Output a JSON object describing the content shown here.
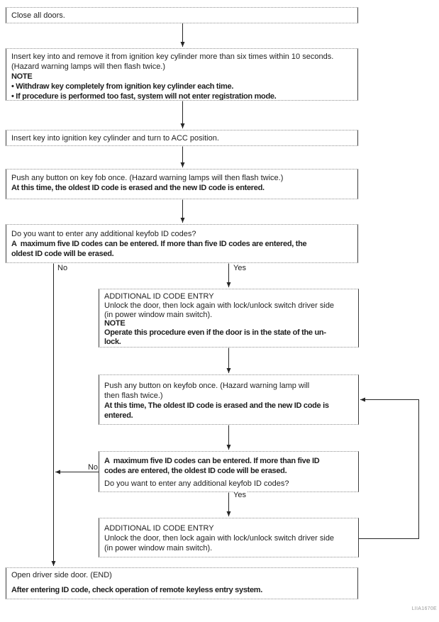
{
  "figure_code": "LIIA1670E",
  "colors": {
    "background": "#ffffff",
    "box_border": "#3f3f3f",
    "connector": "#262626",
    "text": "#1f1f1f",
    "figure_code_text": "#9b9b9b"
  },
  "labels": {
    "no_main": "No",
    "yes_main": "Yes",
    "no_loop": "No",
    "yes_loop": "Yes"
  },
  "boxes": {
    "b1": {
      "l1": "Close all doors."
    },
    "b2": {
      "l1": "Insert key into and remove it from ignition key cylinder more than six times within 10 seconds.",
      "l2": "(Hazard warning lamps will then flash twice.)",
      "l3": "NOTE",
      "l4": "• Withdraw key completely from ignition key cylinder each time.",
      "l5": "• If procedure is performed too fast, system will not enter registration mode."
    },
    "b3": {
      "l1": "Insert key into ignition key cylinder and turn to ACC position."
    },
    "b4": {
      "l1": "Push any button on key fob once. (Hazard warning lamps will then flash twice.)",
      "l2": "At this time, the oldest ID code is erased and the new ID code is entered."
    },
    "b5": {
      "l1": "Do you want to enter any additional keyfob ID codes?",
      "l2": "A  maximum five ID codes can be entered. If more than five ID codes are entered, the",
      "l3": "oldest ID code will be erased."
    },
    "b6": {
      "l1": "ADDITIONAL ID CODE ENTRY",
      "l2": "Unlock the door, then lock again with lock/unlock switch driver side",
      "l3": "(in power window main switch).",
      "l4": "NOTE",
      "l5": "Operate this procedure even if the door is in the state of the un-",
      "l6": "lock."
    },
    "b7": {
      "l1": "Push any button on keyfob once. (Hazard warning lamp will",
      "l2": "then flash twice.)",
      "l3": "At this time, The oldest ID code is erased and the new ID code is",
      "l4": "entered."
    },
    "b8": {
      "l1": "A  maximum five ID codes can be entered. If more than five ID",
      "l2": "codes are entered, the oldest ID code will be erased.",
      "l3": "Do you want to enter any additional keyfob ID codes?"
    },
    "b9": {
      "l1": "ADDITIONAL ID CODE ENTRY",
      "l2": "Unlock the door, then lock again with lock/unlock switch driver side",
      "l3": "(in power window main switch)."
    },
    "b10": {
      "l1": "Open driver side door. (END)",
      "l2": "After entering ID code, check operation of remote keyless entry system."
    }
  }
}
